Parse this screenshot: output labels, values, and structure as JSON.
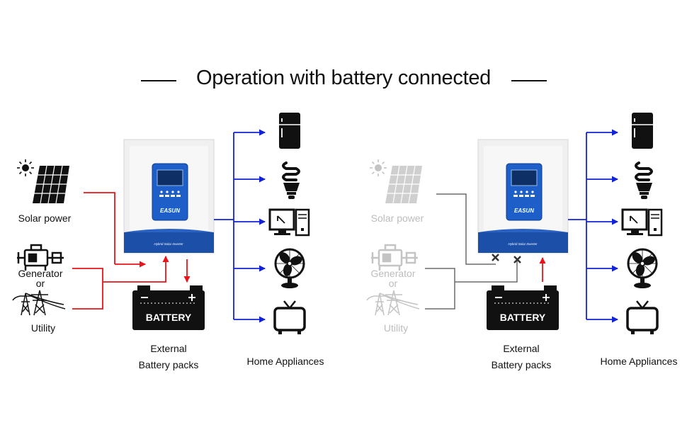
{
  "title": "Operation with battery connected",
  "left": {
    "sources": {
      "solar": "Solar power",
      "generator_line1": "Generator",
      "generator_line2": "or",
      "utility": "Utility"
    },
    "battery_label": "BATTERY",
    "battery_caption_line1": "External",
    "battery_caption_line2": "Battery packs",
    "appliances_caption": "Home Appliances",
    "inverter": {
      "brand": "EASUN",
      "model": "Hybrid Solar Inverter"
    }
  },
  "right": {
    "sources": {
      "solar": "Solar power",
      "generator_line1": "Generator",
      "generator_line2": "or",
      "utility": "Utility"
    },
    "battery_label": "BATTERY",
    "battery_caption_line1": "External",
    "battery_caption_line2": "Battery packs",
    "appliances_caption": "Home Appliances",
    "inverter": {
      "brand": "EASUN",
      "model": "Hybrid Solar Inverter"
    }
  },
  "appliances": [
    "refrigerator-icon",
    "bulb-icon",
    "computer-icon",
    "fan-icon",
    "tv-icon"
  ],
  "colors": {
    "active_flow": "#e8141a",
    "output_flow": "#1222d8",
    "inactive_flow": "#6b6b6b",
    "inverter_blue": "#1c4fa8",
    "faded_icon": "#c4c4c4"
  }
}
